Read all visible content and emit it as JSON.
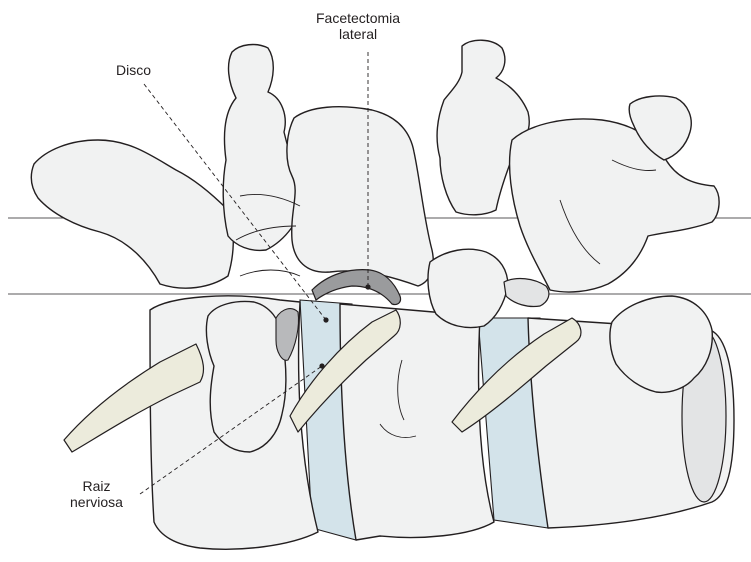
{
  "labels": {
    "facetectomy_line1": "Facetectomia",
    "facetectomy_line2": "lateral",
    "disc": "Disco",
    "nerve_root_line1": "Raiz",
    "nerve_root_line2": "nerviosa"
  },
  "colors": {
    "bone": "#f1f2f2",
    "disc": "#d3e3ea",
    "nerve": "#ecebdc",
    "facet_resected": "#9a9b9d",
    "outline": "#231f20"
  }
}
